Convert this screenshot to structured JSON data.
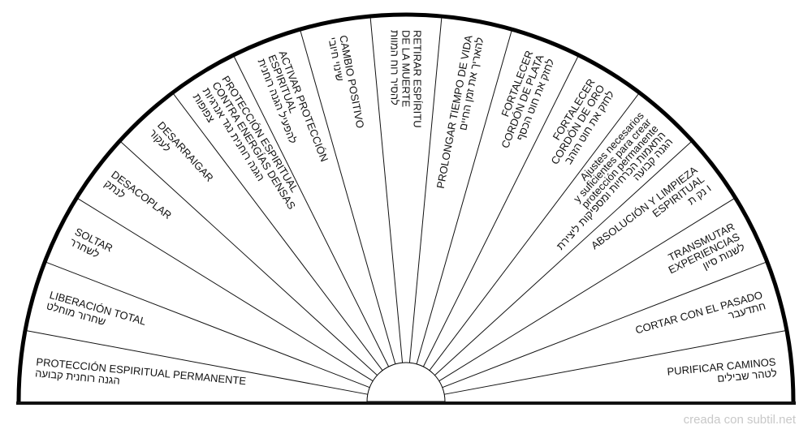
{
  "sectors": [
    {
      "lines": [
        "PROTECCIÓN ESPIRITUAL PERMANENTE",
        "הגנה רוחנית קבועה"
      ]
    },
    {
      "lines": [
        "LIBERACIÓN TOTAL",
        "שחרור מוחלט"
      ]
    },
    {
      "lines": [
        "SOLTAR",
        "לשחרר"
      ]
    },
    {
      "lines": [
        "DESACOPLAR",
        "לנתק"
      ]
    },
    {
      "lines": [
        "DESARRAIGAR",
        "לעקור"
      ]
    },
    {
      "lines": [
        "PROTECCIÓN ESPIRITUAL",
        "CONTRA ENERGÍAS DENSAS",
        "הגנה רוחנית נגד אנרגיות",
        "צפופות"
      ]
    },
    {
      "lines": [
        "ACTIVAR PROTECCIÓN",
        "ESPIRITUAL",
        "להפעיל הגנה רוחנית"
      ]
    },
    {
      "lines": [
        "CAMBIO POSITIVO",
        "שינוי חיובי"
      ]
    },
    {
      "lines": [
        "RETIRAR ESPÍRITU",
        "DE LA MUERTE",
        "להסיר רוח המוות"
      ]
    },
    {
      "lines": [
        "PROLONGAR TIEMPO DE VIDA",
        "להאריך את זמן החיים"
      ]
    },
    {
      "lines": [
        "FORTALECER",
        "CORDÓN DE PLATA",
        "לחזק את חוט הכסף"
      ]
    },
    {
      "lines": [
        "FORTALECER",
        "CORDÓN DE ORO",
        "לחזק את חוט הזהב"
      ]
    },
    {
      "lines": [
        "Ajustes necesarios",
        "y suficientes para crear",
        "protección permanente",
        "התאמות הכרחיות ומספיקות ליצירת",
        "הגנה קבועה"
      ]
    },
    {
      "lines": [
        "ABSOLUCIÓN Y LIMPIEZA",
        "ESPIRITUAL",
        "ו נק ת"
      ]
    },
    {
      "lines": [
        "TRANSMUTAR",
        "EXPERIENCIAS",
        "לשנות סיון"
      ]
    },
    {
      "lines": [
        "CORTAR CON EL PASADO",
        "חתדעבר"
      ]
    },
    {
      "lines": [
        "PURIFICAR CAMINOS",
        "לטהר שבילים"
      ]
    }
  ],
  "footer": "creada con subtil.net"
}
